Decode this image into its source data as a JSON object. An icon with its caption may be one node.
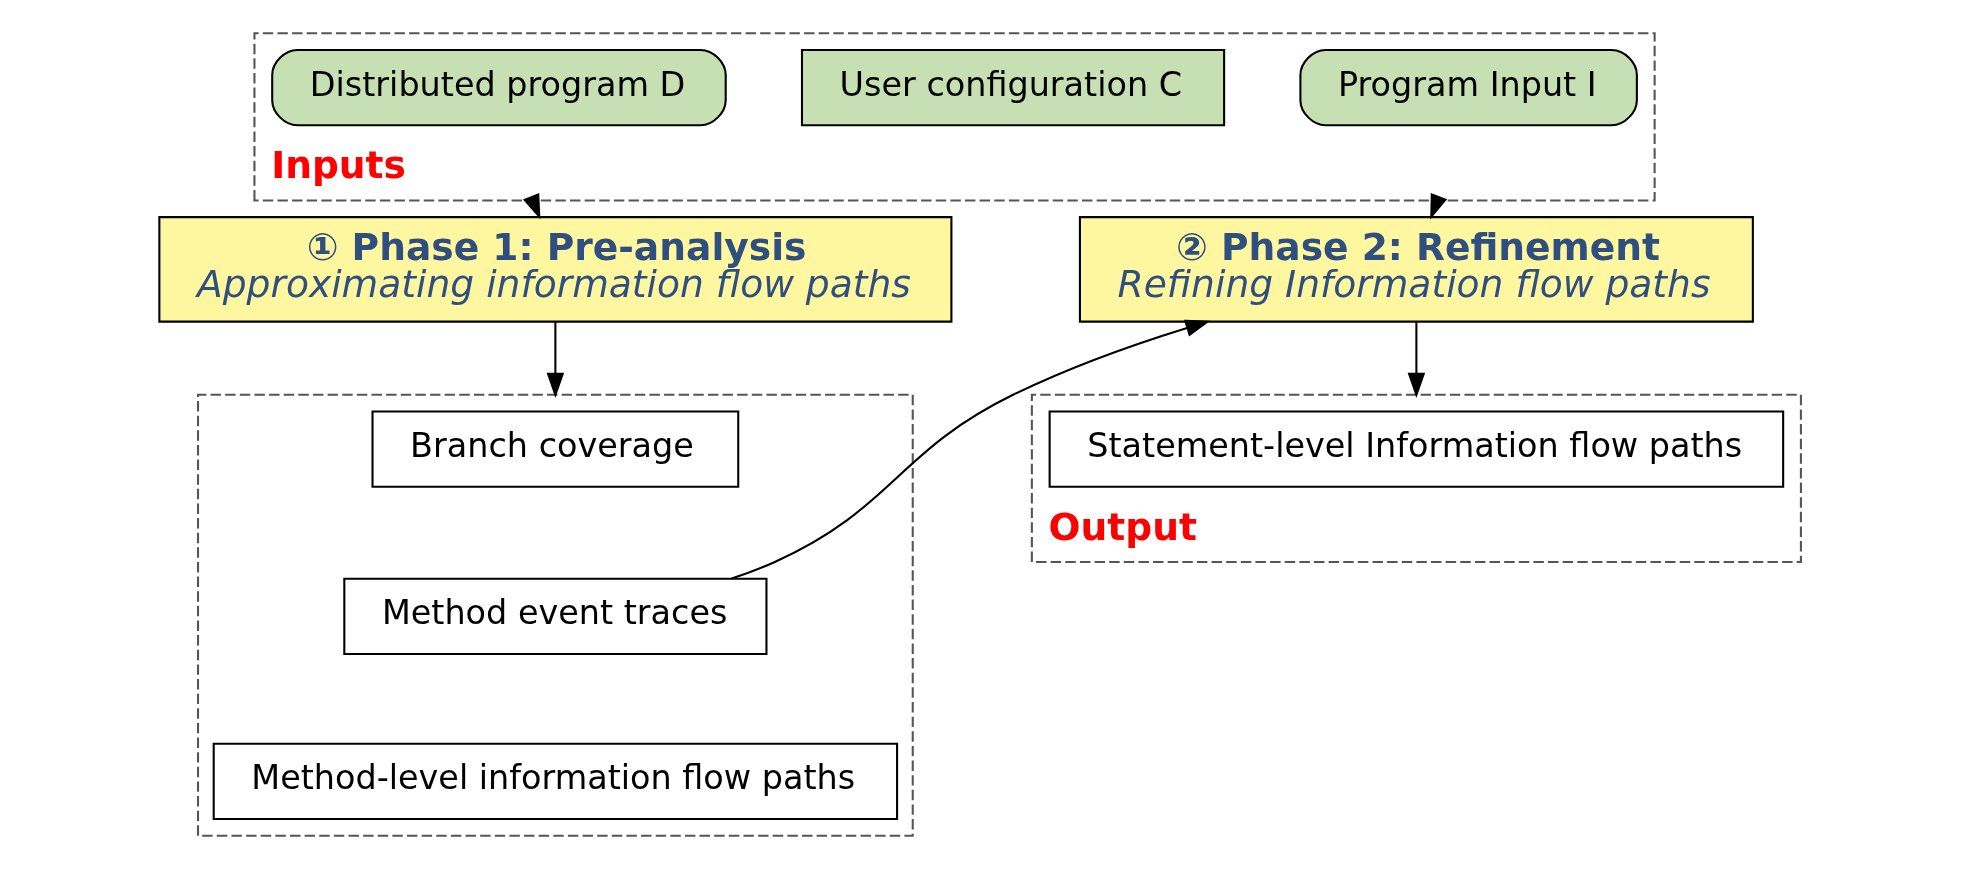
{
  "diagram": {
    "nodes": [
      {
        "text": [
          "Inputs"
        ]
      },
      {
        "text": [
          "Distributed program D"
        ],
        "in": 0
      },
      {
        "text": [
          "User configuration C"
        ],
        "in": 0
      },
      {
        "text": [
          "Program Input I"
        ],
        "in": 0
      },
      {
        "text": [
          "① Phase 1: Pre-analysis",
          "Approximating information flow paths"
        ]
      },
      {
        "text": [],
        "shape": "box"
      },
      {
        "text": [
          "Branch coverage"
        ],
        "in": 5
      },
      {
        "text": [
          "Method event traces"
        ],
        "in": 5
      },
      {
        "text": [
          "Method-level information flow paths"
        ],
        "in": 5
      },
      {
        "text": [
          "② Phase 2: Refinement",
          "Refining Information flow paths"
        ]
      },
      {
        "text": [
          "Output"
        ]
      },
      {
        "text": [
          "Statement-level Information flow paths"
        ],
        "in": 10
      }
    ],
    "edges": [
      {
        "from": 0,
        "to": 4,
        "arrow": "to"
      },
      {
        "from": 0,
        "to": 9,
        "arrow": "to"
      },
      {
        "from": 4,
        "to": 5,
        "arrow": "to"
      },
      {
        "from": 7,
        "to": 9,
        "arrow": "to"
      },
      {
        "from": 9,
        "to": 10,
        "arrow": "to"
      }
    ]
  }
}
